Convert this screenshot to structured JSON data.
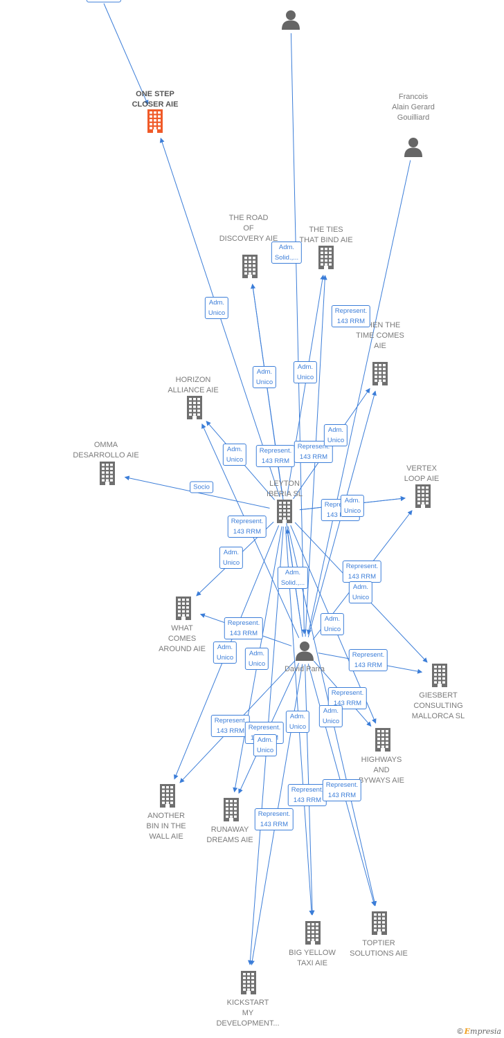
{
  "colors": {
    "edge": "#3b7dd8",
    "node_gray": "#6f6f6f",
    "node_highlight": "#f05a28",
    "person": "#666666"
  },
  "nodes": [
    {
      "id": "one-step-closer",
      "type": "company",
      "label": "ONE STEP\nCLOSER AIE",
      "highlight": true
    },
    {
      "id": "top-person",
      "type": "person",
      "label": ""
    },
    {
      "id": "francois",
      "type": "person",
      "label": "Francois\nAlain Gerard\nGouilliard"
    },
    {
      "id": "road-of-discovery",
      "type": "company",
      "label": "THE ROAD\nOF\nDISCOVERY AIE"
    },
    {
      "id": "ties-that-bind",
      "type": "company",
      "label": "THE TIES\nTHAT BIND AIE"
    },
    {
      "id": "when-the-time-comes",
      "type": "company",
      "label": "WHEN THE\nTIME COMES\nAIE"
    },
    {
      "id": "horizon-alliance",
      "type": "company",
      "label": "HORIZON\nALLIANCE AIE"
    },
    {
      "id": "omma-desarrollo",
      "type": "company",
      "label": "OMMA\nDESARROLLO AIE"
    },
    {
      "id": "leyton-iberia",
      "type": "company",
      "label": "LEYTON\nIBERIA SL"
    },
    {
      "id": "vertex-loop",
      "type": "company",
      "label": "VERTEX\nLOOP AIE"
    },
    {
      "id": "what-comes-around",
      "type": "company",
      "label": "WHAT\nCOMES\nAROUND AIE"
    },
    {
      "id": "david-parra",
      "type": "person",
      "label": "David Parra"
    },
    {
      "id": "giesbert-consulting",
      "type": "company",
      "label": "GIESBERT\nCONSULTING\nMALLORCA SL"
    },
    {
      "id": "highways-and-byways",
      "type": "company",
      "label": "HIGHWAYS\nAND\nBYWAYS AIE"
    },
    {
      "id": "another-bin",
      "type": "company",
      "label": "ANOTHER\nBIN IN THE\nWALL AIE"
    },
    {
      "id": "runaway-dreams",
      "type": "company",
      "label": "RUNAWAY\nDREAMS AIE"
    },
    {
      "id": "big-yellow-taxi",
      "type": "company",
      "label": "BIG YELLOW\nTAXI AIE"
    },
    {
      "id": "toptier-solutions",
      "type": "company",
      "label": "TOPTIER\nSOLUTIONS AIE"
    },
    {
      "id": "kickstart",
      "type": "company",
      "label": "KICKSTART\nMY\nDEVELOPMENT..."
    }
  ],
  "edges": [
    {
      "from": "top-cut",
      "to": "one-step-closer",
      "label": "143 RRM"
    },
    {
      "from": "leyton-iberia",
      "to": "one-step-closer",
      "label": "Adm.\nUnico"
    },
    {
      "from": "top-person",
      "to": "david-parra",
      "label": "Adm.\nSolid.,..."
    },
    {
      "from": "francois",
      "to": "david-parra",
      "label": "Represent.\n143 RRM"
    },
    {
      "from": "leyton-iberia",
      "to": "road-of-discovery",
      "label": "Adm.\nUnico"
    },
    {
      "from": "david-parra",
      "to": "road-of-discovery",
      "label": "Represent.\n143 RRM"
    },
    {
      "from": "leyton-iberia",
      "to": "ties-that-bind",
      "label": "Adm.\nUnico"
    },
    {
      "from": "david-parra",
      "to": "ties-that-bind",
      "label": "Represent.\n143 RRM"
    },
    {
      "from": "leyton-iberia",
      "to": "when-the-time-comes",
      "label": "Adm.\nUnico"
    },
    {
      "from": "david-parra",
      "to": "when-the-time-comes",
      "label": ""
    },
    {
      "from": "leyton-iberia",
      "to": "horizon-alliance",
      "label": "Adm.\nUnico"
    },
    {
      "from": "david-parra",
      "to": "horizon-alliance",
      "label": "Represent.\n143 RRM"
    },
    {
      "from": "leyton-iberia",
      "to": "omma-desarrollo",
      "label": "Socio"
    },
    {
      "from": "leyton-iberia",
      "to": "vertex-loop",
      "label": "Represent.\n143 RRM"
    },
    {
      "from": "leyton-iberia",
      "to": "vertex-loop",
      "label": "Adm.\nUnico"
    },
    {
      "from": "david-parra",
      "to": "vertex-loop",
      "label": "Adm.\nUnico"
    },
    {
      "from": "leyton-iberia",
      "to": "what-comes-around",
      "label": "Adm.\nUnico"
    },
    {
      "from": "david-parra",
      "to": "what-comes-around",
      "label": "Represent.\n143 RRM"
    },
    {
      "from": "david-parra",
      "to": "leyton-iberia",
      "label": "Adm.\nSolid.,..."
    },
    {
      "from": "leyton-iberia",
      "to": "giesbert-consulting",
      "label": "Represent.\n143 RRM"
    },
    {
      "from": "david-parra",
      "to": "giesbert-consulting",
      "label": "Represent.\n143 RRM"
    },
    {
      "from": "leyton-iberia",
      "to": "highways-and-byways",
      "label": "Adm.\nUnico"
    },
    {
      "from": "david-parra",
      "to": "highways-and-byways",
      "label": "Represent.\n143 RRM"
    },
    {
      "from": "leyton-iberia",
      "to": "another-bin",
      "label": "Adm.\nUnico"
    },
    {
      "from": "david-parra",
      "to": "another-bin",
      "label": "Represent.\n143 RRM"
    },
    {
      "from": "leyton-iberia",
      "to": "runaway-dreams",
      "label": "Adm.\nUnico"
    },
    {
      "from": "david-parra",
      "to": "runaway-dreams",
      "label": "Represent.\n143 RRM"
    },
    {
      "from": "leyton-iberia",
      "to": "big-yellow-taxi",
      "label": "Adm.\nUnico"
    },
    {
      "from": "david-parra",
      "to": "big-yellow-taxi",
      "label": "Represent.\n143 RRM"
    },
    {
      "from": "leyton-iberia",
      "to": "toptier-solutions",
      "label": "Adm.\nUnico"
    },
    {
      "from": "david-parra",
      "to": "toptier-solutions",
      "label": "Represent.\n143 RRM"
    },
    {
      "from": "leyton-iberia",
      "to": "kickstart",
      "label": "Adm.\nUnico"
    },
    {
      "from": "david-parra",
      "to": "kickstart",
      "label": "Represent.\n143 RRM"
    }
  ],
  "footer": {
    "copyright_symbol": "©",
    "brand_initial": "E",
    "brand_rest": "mpresia"
  }
}
